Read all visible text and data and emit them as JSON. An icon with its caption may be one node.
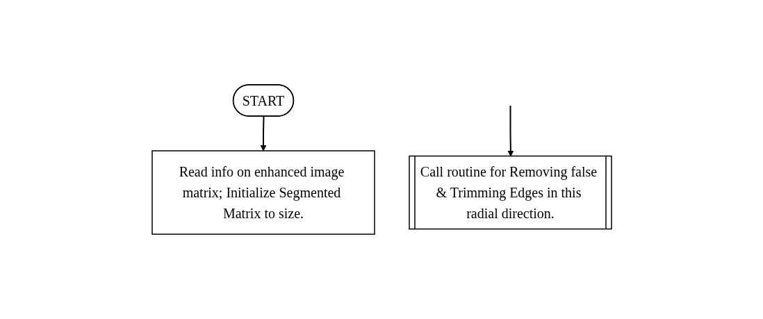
{
  "diagram": {
    "nodes": [
      {
        "text": [
          "START"
        ]
      },
      {
        "text": [
          "Read info on enhanced image matrix; Initialize Segmented Matrix to size."
        ]
      },
      {
        "text": [
          "Call routine for Removing false & Trimming Edges in this radial direction."
        ]
      }
    ],
    "edges": [
      {
        "from": 0,
        "to": 1,
        "arrow": "to"
      },
      {
        "from": null,
        "to": 2,
        "arrow": "to"
      }
    ]
  }
}
